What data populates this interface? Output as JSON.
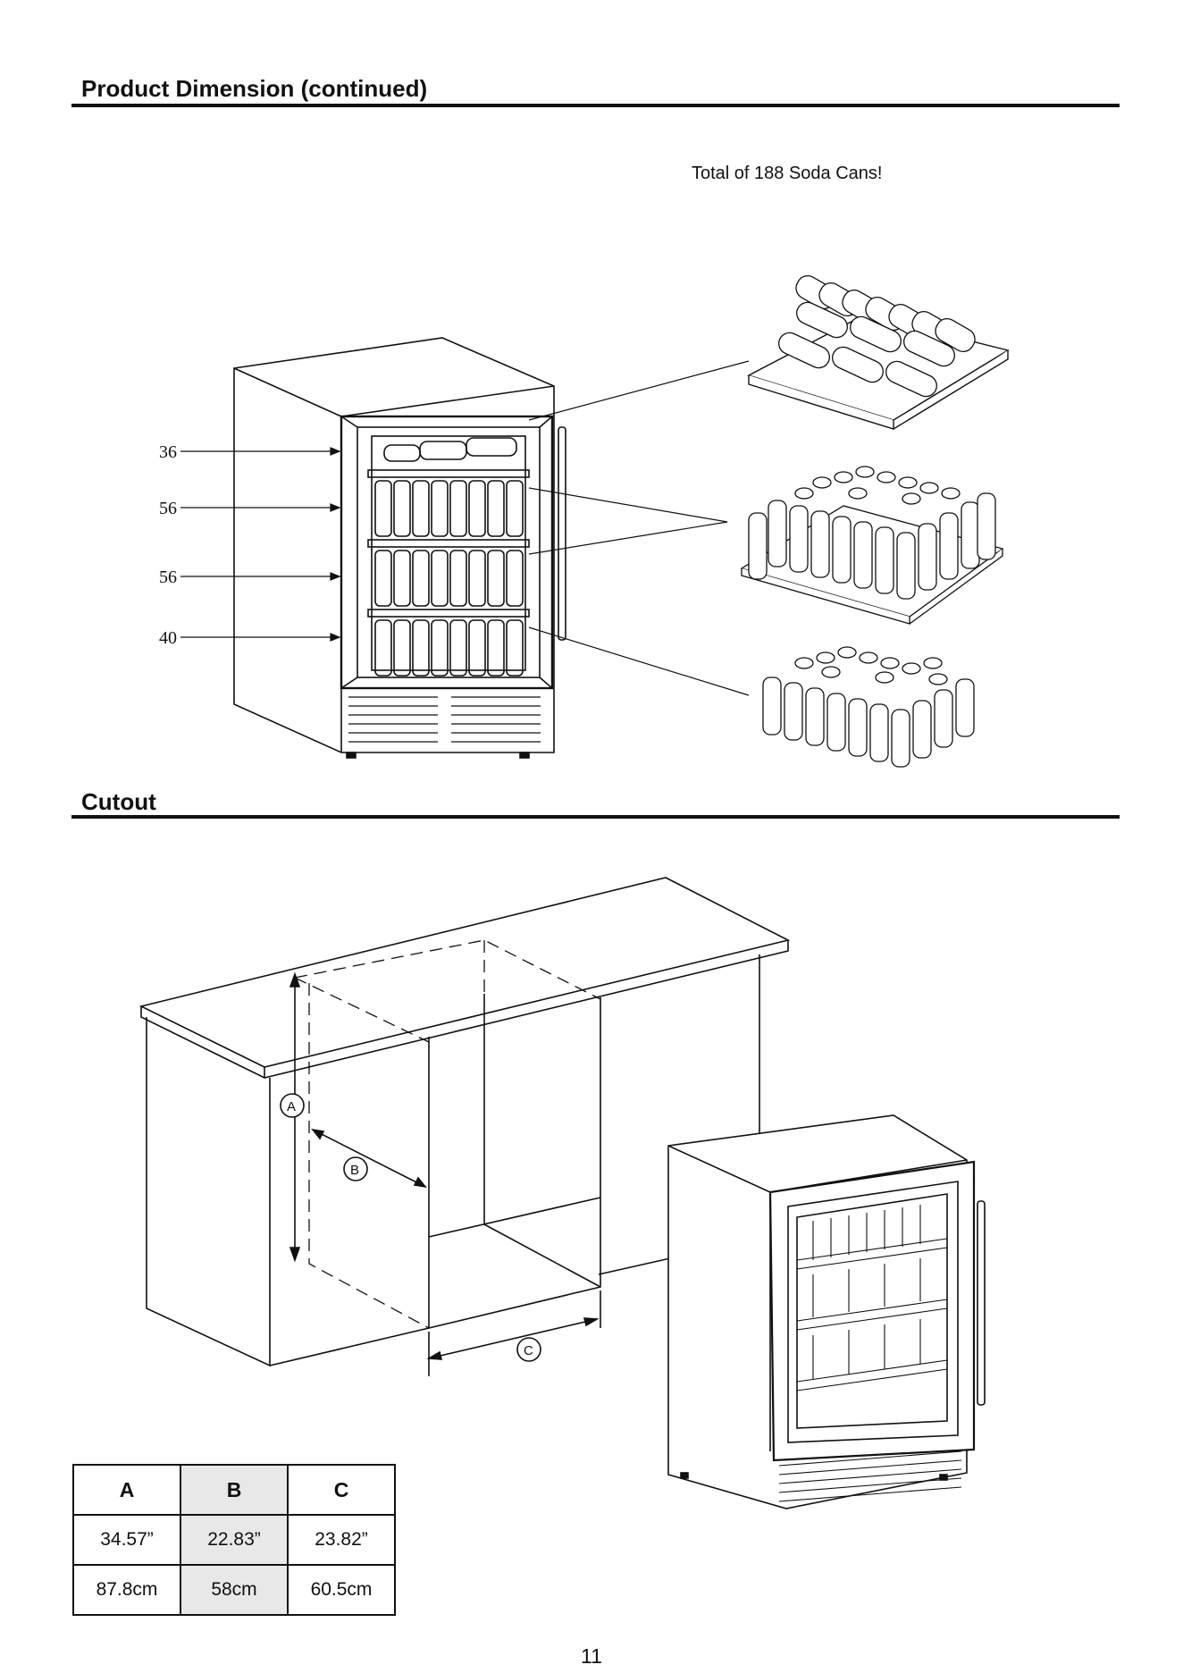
{
  "header": {
    "title": "Product Dimension (continued)"
  },
  "capacity": {
    "note": "Total of 188 Soda Cans!",
    "shelf_counts": [
      {
        "label": "36"
      },
      {
        "label": "56"
      },
      {
        "label": "56"
      },
      {
        "label": "40"
      }
    ]
  },
  "cutout": {
    "title": "Cutout",
    "dimension_labels": {
      "a": "A",
      "b": "B",
      "c": "C"
    },
    "table": {
      "headers": [
        "A",
        "B",
        "C"
      ],
      "rows": [
        [
          "34.57”",
          "22.83”",
          "23.82”"
        ],
        [
          "87.8cm",
          "58cm",
          "60.5cm"
        ]
      ]
    }
  },
  "footer": {
    "page_number": "11"
  }
}
